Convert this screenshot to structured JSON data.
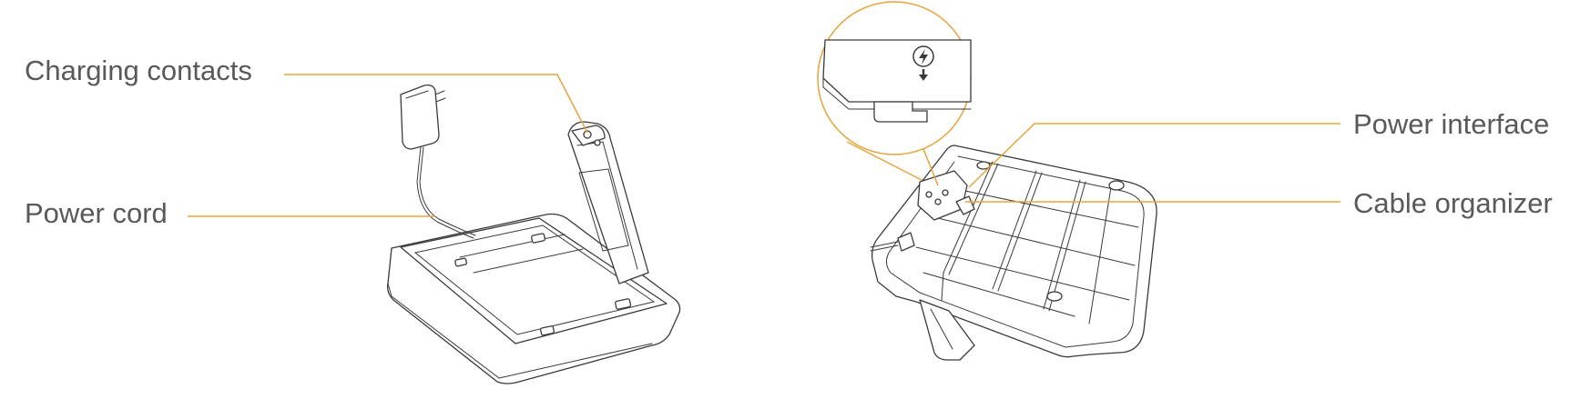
{
  "callouts": {
    "charging_contacts": "Charging contacts",
    "power_cord": "Power cord",
    "power_interface": "Power interface",
    "cable_organizer": "Cable organizer"
  },
  "colors": {
    "leader": "#e8a33c",
    "label_text": "#58595b",
    "line_art": "#3a3a3a"
  },
  "icons": {
    "detail_icon": "lightning-bolt-down-arrow-icon"
  }
}
